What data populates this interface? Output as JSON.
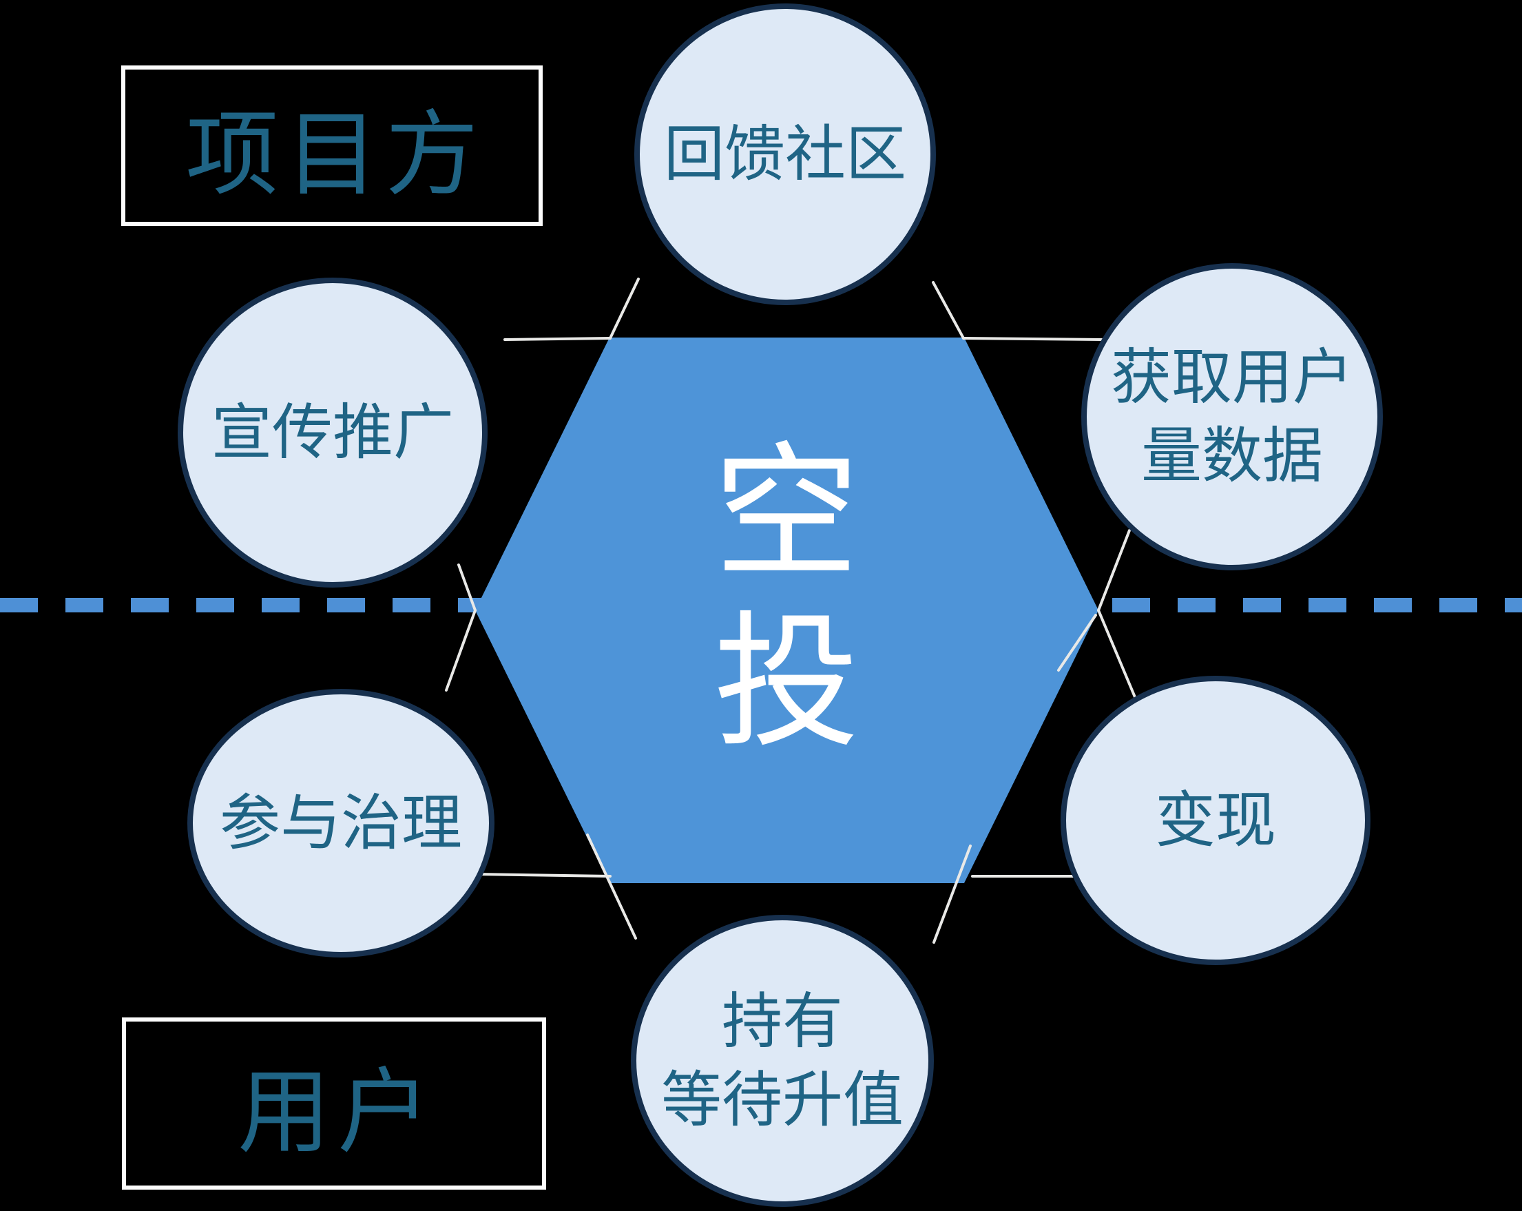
{
  "diagram_title": "空投",
  "center": {
    "lines": [
      "空",
      "投"
    ]
  },
  "project_box": {
    "label": "项目方"
  },
  "user_box": {
    "label": "用户"
  },
  "nodes": [
    {
      "id": "give-back-community",
      "position": "top",
      "lines": [
        "回馈社区"
      ]
    },
    {
      "id": "acquire-user-data",
      "position": "upper-right",
      "lines": [
        "获取用户",
        "量数据"
      ]
    },
    {
      "id": "promotion",
      "position": "upper-left",
      "lines": [
        "宣传推广"
      ]
    },
    {
      "id": "governance",
      "position": "lower-left",
      "lines": [
        "参与治理"
      ]
    },
    {
      "id": "monetize",
      "position": "lower-right",
      "lines": [
        "变现"
      ]
    },
    {
      "id": "hold-appreciate",
      "position": "bottom",
      "lines": [
        "持有",
        "等待升值"
      ]
    }
  ],
  "colors": {
    "background": "#000000",
    "hexagon_fill": "#4E94D8",
    "circle_fill": "#DEE9F6",
    "circle_border": "#17304E",
    "label_text": "#1F6485",
    "center_text": "#FFFFFF",
    "divider_dash": "#4E90D6",
    "box_border": "#FCFCFC",
    "connector_line": "#E9E9E7"
  }
}
